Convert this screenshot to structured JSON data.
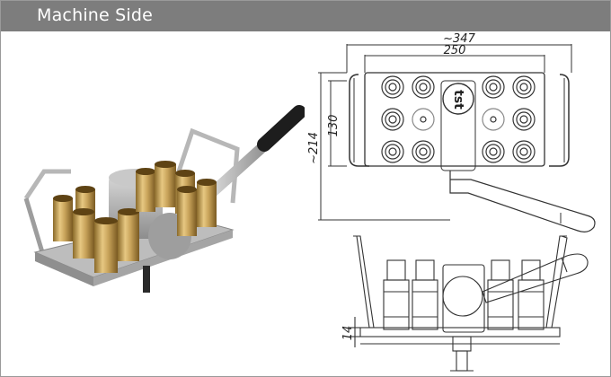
{
  "header": {
    "title": "Machine Side"
  },
  "product": {
    "logo_text": "tst"
  },
  "dimensions": {
    "overall_width": "~347",
    "inner_width": "250",
    "inner_height": "130",
    "overall_height": "~214",
    "plate_thickness": "14"
  },
  "colors": {
    "header_bg": "#7d7d7d",
    "brass": "#c8a35a",
    "steel": "#a9a9a9"
  }
}
